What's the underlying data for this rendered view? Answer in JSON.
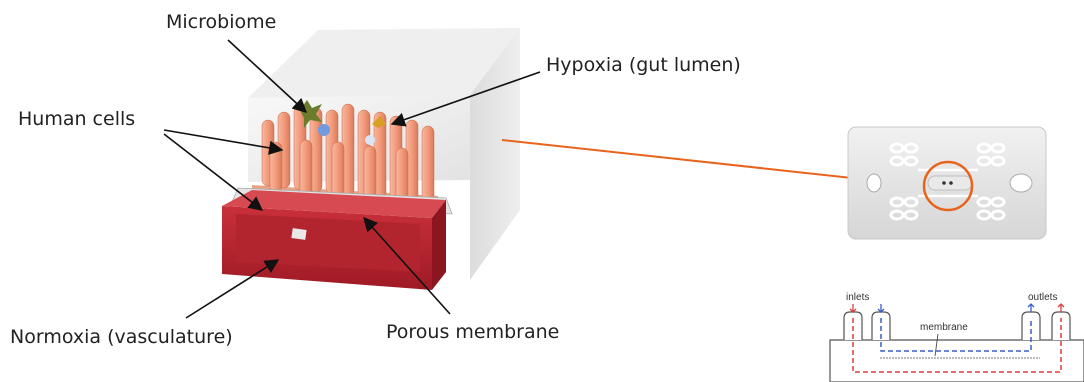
{
  "labels": {
    "microbiome": "Microbiome",
    "hypoxia": "Hypoxia (gut lumen)",
    "human_cells": "Human cells",
    "normoxia": "Normoxia (vasculature)",
    "porous_membrane": "Porous membrane"
  },
  "cross_section": {
    "inlets": "inlets",
    "outlets": "outlets",
    "membrane": "membrane"
  },
  "colors": {
    "accent_line": "#e8641c",
    "vascular_channel": "#b9232f",
    "cells": "#f2a07f",
    "flow_blue": "#3a5fc8",
    "flow_red": "#e23a3a"
  }
}
